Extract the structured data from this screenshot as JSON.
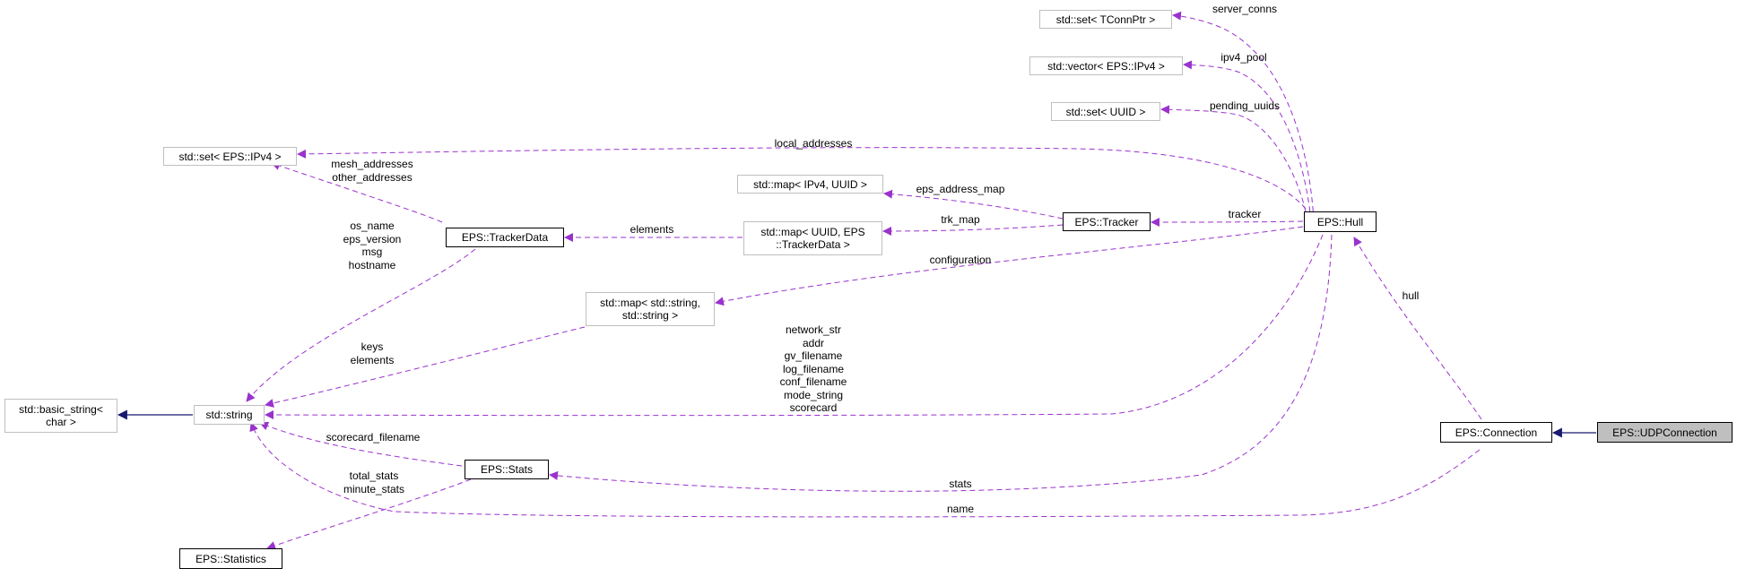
{
  "colors": {
    "usage_edge": "#9a32cd",
    "inherit_edge": "#191970",
    "node_border_grey": "#bfbfbf",
    "node_border_black": "#000000",
    "focus_fill": "#bfbfbf"
  },
  "nodes": {
    "set_tconnptr": "std::set< TConnPtr >",
    "vector_ipv4": "std::vector< EPS::IPv4 >",
    "set_uuid": "std::set< UUID >",
    "set_ipv4": "std::set< EPS::IPv4 >",
    "map_ipv4_uuid": "std::map< IPv4, UUID >",
    "tracker": "EPS::Tracker",
    "hull": "EPS::Hull",
    "tracker_data": "EPS::TrackerData",
    "map_uuid_trackerdata_1": "std::map< UUID, EPS",
    "map_uuid_trackerdata_2": "::TrackerData >",
    "map_string_string_1": "std::map< std::string,",
    "map_string_string_2": "std::string >",
    "basic_string_1": "std::basic_string<",
    "basic_string_2": "char >",
    "std_string": "std::string",
    "stats": "EPS::Stats",
    "statistics": "EPS::Statistics",
    "connection": "EPS::Connection",
    "udp_connection": "EPS::UDPConnection"
  },
  "edge_labels": {
    "server_conns": "server_conns",
    "ipv4_pool": "ipv4_pool",
    "pending_uuids": "pending_uuids",
    "local_addresses": "local_addresses",
    "mesh_other_addresses": "mesh_addresses\nother_addresses",
    "eps_address_map": "eps_address_map",
    "tracker": "tracker",
    "elements_trackerdata": "elements",
    "trk_map": "trk_map",
    "configuration": "configuration",
    "trackerdata_strings": "os_name\neps_version\nmsg\nhostname",
    "keys_elements": "keys\nelements",
    "hull_strings": "network_str\naddr\ngv_filename\nlog_filename\nconf_filename\nmode_string\nscorecard",
    "hull": "hull",
    "scorecard_filename": "scorecard_filename",
    "total_minute_stats": "total_stats\nminute_stats",
    "stats": "stats",
    "name": "name"
  }
}
